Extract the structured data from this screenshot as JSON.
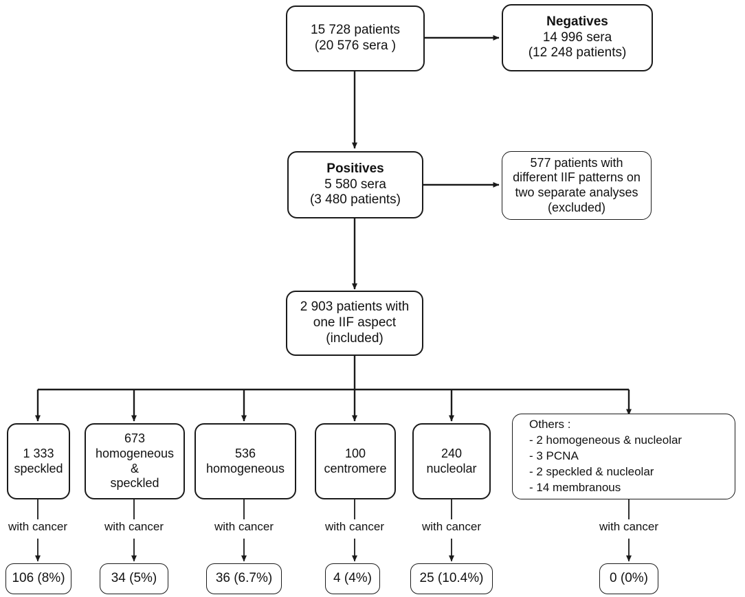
{
  "diagram": {
    "title": "Patient and sera screening flow with IIF patterns and cancer outcomes",
    "nodes": {
      "screened": {
        "lines": [
          "15 728 patients",
          "(20 576 sera )"
        ],
        "bold": [
          false,
          false
        ]
      },
      "negatives": {
        "lines": [
          "Negatives",
          "14 996 sera",
          "(12 248 patients)"
        ],
        "bold": [
          true,
          false,
          false
        ]
      },
      "positives": {
        "lines": [
          "Positives",
          "5 580 sera",
          "(3 480 patients)"
        ],
        "bold": [
          true,
          false,
          false
        ]
      },
      "excluded": {
        "lines": [
          "577 patients with",
          "different IIF patterns on",
          "two separate analyses",
          "(excluded)"
        ],
        "bold": [
          false,
          false,
          false,
          false
        ]
      },
      "included": {
        "lines": [
          "2 903 patients with",
          "one IIF aspect",
          "(included)"
        ],
        "bold": [
          false,
          false,
          false
        ]
      }
    },
    "categories": [
      {
        "id": "speckled",
        "lines": [
          "1 333",
          "speckled"
        ]
      },
      {
        "id": "homogeneous-speckled",
        "lines": [
          "673",
          "homogeneous &",
          "speckled"
        ]
      },
      {
        "id": "homogeneous",
        "lines": [
          "536",
          "homogeneous"
        ]
      },
      {
        "id": "centromere",
        "lines": [
          "100",
          "centromere"
        ]
      },
      {
        "id": "nucleolar",
        "lines": [
          "240",
          "nucleolar"
        ]
      },
      {
        "id": "others",
        "lines": [
          "Others :",
          "- 2 homogeneous & nucleolar",
          "- 3 PCNA",
          "- 2 speckled & nucleolar",
          "- 14 membranous"
        ]
      }
    ],
    "cancer_label": "with cancer",
    "results": [
      {
        "id": "speckled-cancer",
        "label": "106 (8%)"
      },
      {
        "id": "homogeneous-speckled-cancer",
        "label": "34 (5%)"
      },
      {
        "id": "homogeneous-cancer",
        "label": "36 (6.7%)"
      },
      {
        "id": "centromere-cancer",
        "label": "4 (4%)"
      },
      {
        "id": "nucleolar-cancer",
        "label": "25 (10.4%)"
      },
      {
        "id": "others-cancer",
        "label": "0 (0%)"
      }
    ],
    "colors": {
      "stroke": "#1a1a1a",
      "background": "#ffffff",
      "text": "#111111"
    }
  }
}
